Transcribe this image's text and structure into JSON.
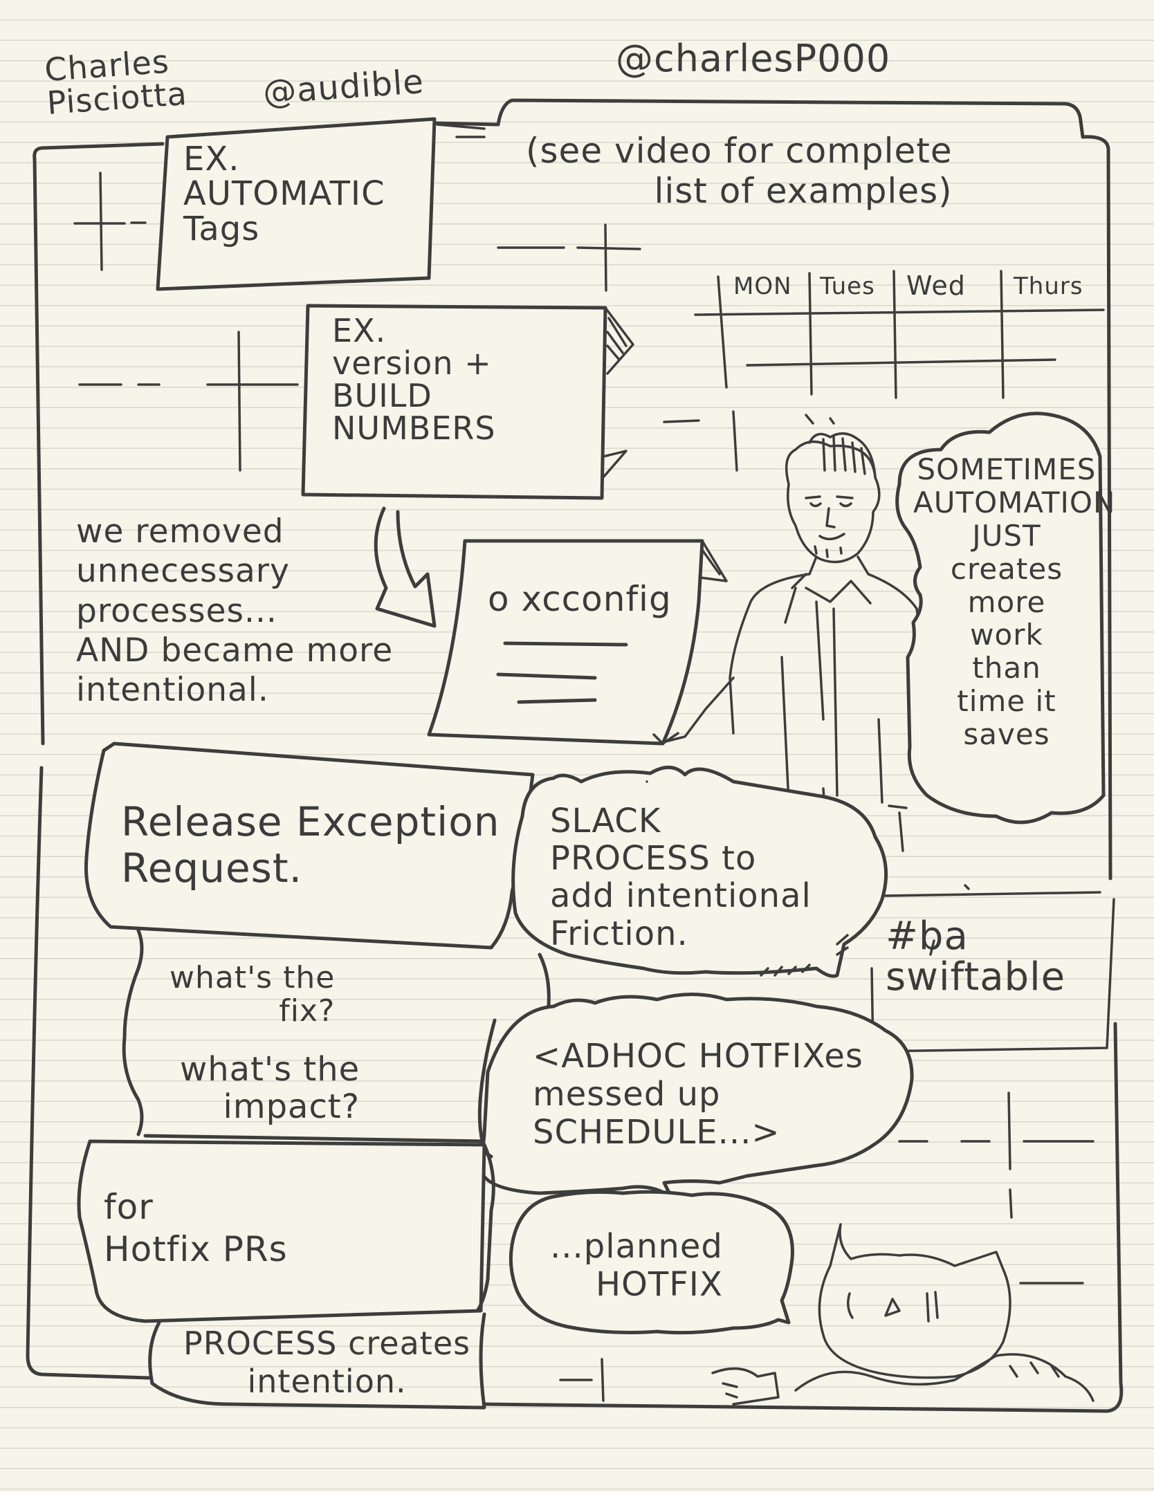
{
  "author": {
    "name": "Charles\nPisciotta",
    "company": "@audible",
    "handle": "@charlesP000"
  },
  "note_video": "(see video for complete\nlist of examples)",
  "cards": {
    "automatic_tags": "EX.\nAUTOMATIC\nTags",
    "version_build": "EX.\nversion +\nBUILD\nNUMBERS",
    "xcconfig": "o xcconfig"
  },
  "calendar": {
    "days": [
      "MON",
      "Tues",
      "Wed",
      "Thurs"
    ]
  },
  "removed_text": "we removed\nunnecessary\nprocesses...\nAND became more\nintentional.",
  "automation_bubble": "SOMETIMES\nAUTOMATION\nJUST\ncreates\nmore\nwork\nthan\ntime it\nsaves",
  "release_request": {
    "title": "Release Exception\nRequest.",
    "q1": "what's the\nfix?",
    "q2": "what's the\nimpact?"
  },
  "slack_bubble": "SLACK\nPROCESS to\nadd intentional\nFriction.",
  "hashtag": "#ba\nswiftable",
  "adhoc_bubble": "<ADHOC HOTFIXes\nmessed up\nSCHEDULE...>",
  "planned_bubble": "...planned\nHOTFIX",
  "hotfix_card": "for\nHotfix PRs",
  "process_text": "PROCESS creates\nintention."
}
